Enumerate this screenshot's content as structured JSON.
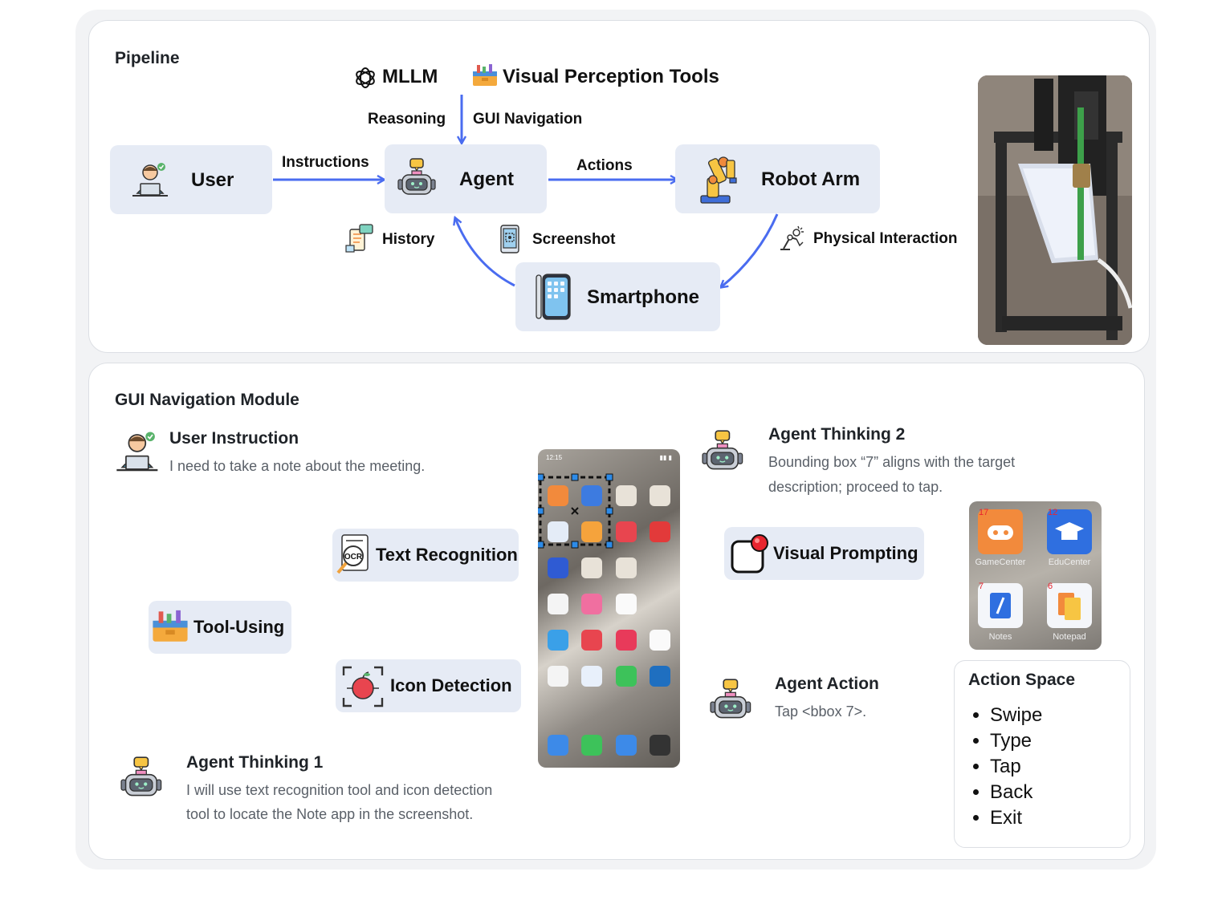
{
  "pipeline": {
    "title": "Pipeline",
    "mllm": "MLLM",
    "visual_tools": "Visual Perception Tools",
    "reasoning": "Reasoning",
    "gui_navigation": "GUI Navigation",
    "user": "User",
    "instructions": "Instructions",
    "agent": "Agent",
    "actions": "Actions",
    "robot_arm": "Robot Arm",
    "history": "History",
    "screenshot": "Screenshot",
    "physical_interaction": "Physical Interaction",
    "smartphone": "Smartphone"
  },
  "gui_module": {
    "title": "GUI Navigation Module",
    "user_instruction_head": "User Instruction",
    "user_instruction_body": "I need to take a note about the meeting.",
    "text_recognition": "Text Recognition",
    "tool_using": "Tool-Using",
    "icon_detection": "Icon Detection",
    "agent_thinking_1_head": "Agent Thinking 1",
    "agent_thinking_1_line1": "I will use text recognition tool and icon detection",
    "agent_thinking_1_line2": "tool to locate the Note app in the screenshot.",
    "agent_thinking_2_head": "Agent Thinking 2",
    "agent_thinking_2_line1": "Bounding box “7” aligns with the target",
    "agent_thinking_2_line2": "description; proceed to tap.",
    "visual_prompting": "Visual Prompting",
    "agent_action_head": "Agent Action",
    "agent_action_body": "Tap <bbox 7>.",
    "phone_time": "12:15",
    "zoom_apps": [
      "GameCenter",
      "EduCenter",
      "Notes",
      "Notepad"
    ],
    "zoom_numbers": [
      "17",
      "12",
      "7",
      "6"
    ],
    "action_space": {
      "title": "Action Space",
      "items": [
        "Swipe",
        "Type",
        "Tap",
        "Back",
        "Exit"
      ]
    }
  },
  "colors": {
    "arrow": "#4a6cf0",
    "node_bg": "#e6ebf5",
    "panel_border": "#dcdfe4"
  },
  "icons": [
    "openai-icon",
    "toolbox-icon",
    "user-laptop-icon",
    "robot-agent-icon",
    "robot-arm-icon",
    "history-icon",
    "screenshot-icon",
    "physical-interaction-icon",
    "smartphone-icon",
    "ocr-icon",
    "icon-detection-icon",
    "visual-prompting-icon"
  ]
}
